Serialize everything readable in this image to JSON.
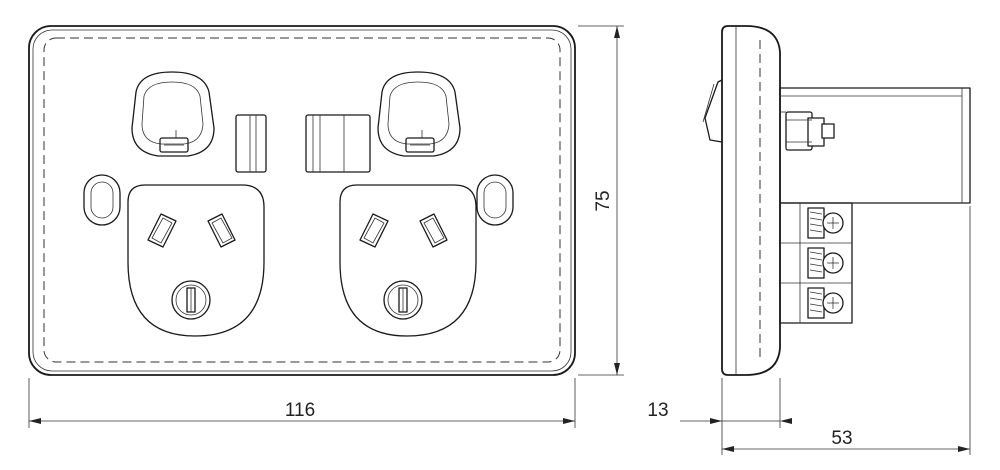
{
  "dimensions": {
    "front_width": "116",
    "front_height": "75",
    "side_depth_front": "13",
    "side_depth_total": "53"
  }
}
